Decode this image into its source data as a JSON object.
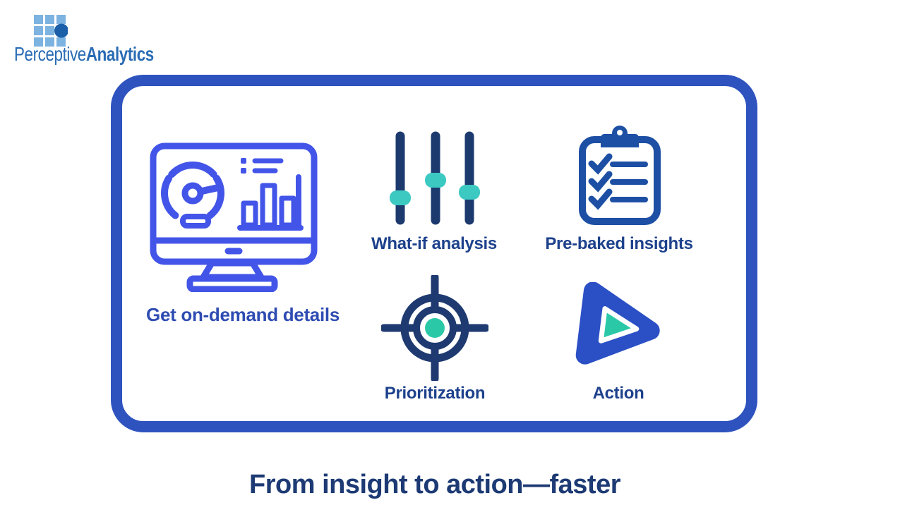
{
  "brand": {
    "name_regular": "Perceptive",
    "name_bold": "Analytics",
    "logo_icon": "grid-dots-logo-icon"
  },
  "panel": {
    "features": [
      {
        "label": "Get on-demand details",
        "icon": "dashboard-monitor-icon"
      },
      {
        "label": "What-if analysis",
        "icon": "sliders-icon"
      },
      {
        "label": "Pre-baked insights",
        "icon": "checklist-clipboard-icon"
      },
      {
        "label": "Prioritization",
        "icon": "target-icon"
      },
      {
        "label": "Action",
        "icon": "play-icon"
      }
    ]
  },
  "tagline": "From insight to action—faster",
  "colors": {
    "panel_border": "#2e53bf",
    "monitor_icon_indigo": "#4355e8",
    "slider_navy": "#1c3a6e",
    "clipboard_blue": "#1d4fa4",
    "target_navy": "#1e3a70",
    "play_blue": "#2b50c5",
    "accent_teal": "#3cc9c2",
    "accent_teal_dark": "#2bc8a8",
    "row_label_text": "#1d418c",
    "on_demand_label_text": "#2e4cb2",
    "tagline_text": "#1d3a74",
    "logo_light_blue": "#7db3e1",
    "logo_dark_blue": "#1b5fa9",
    "logo_text": "#2a6cb4"
  }
}
